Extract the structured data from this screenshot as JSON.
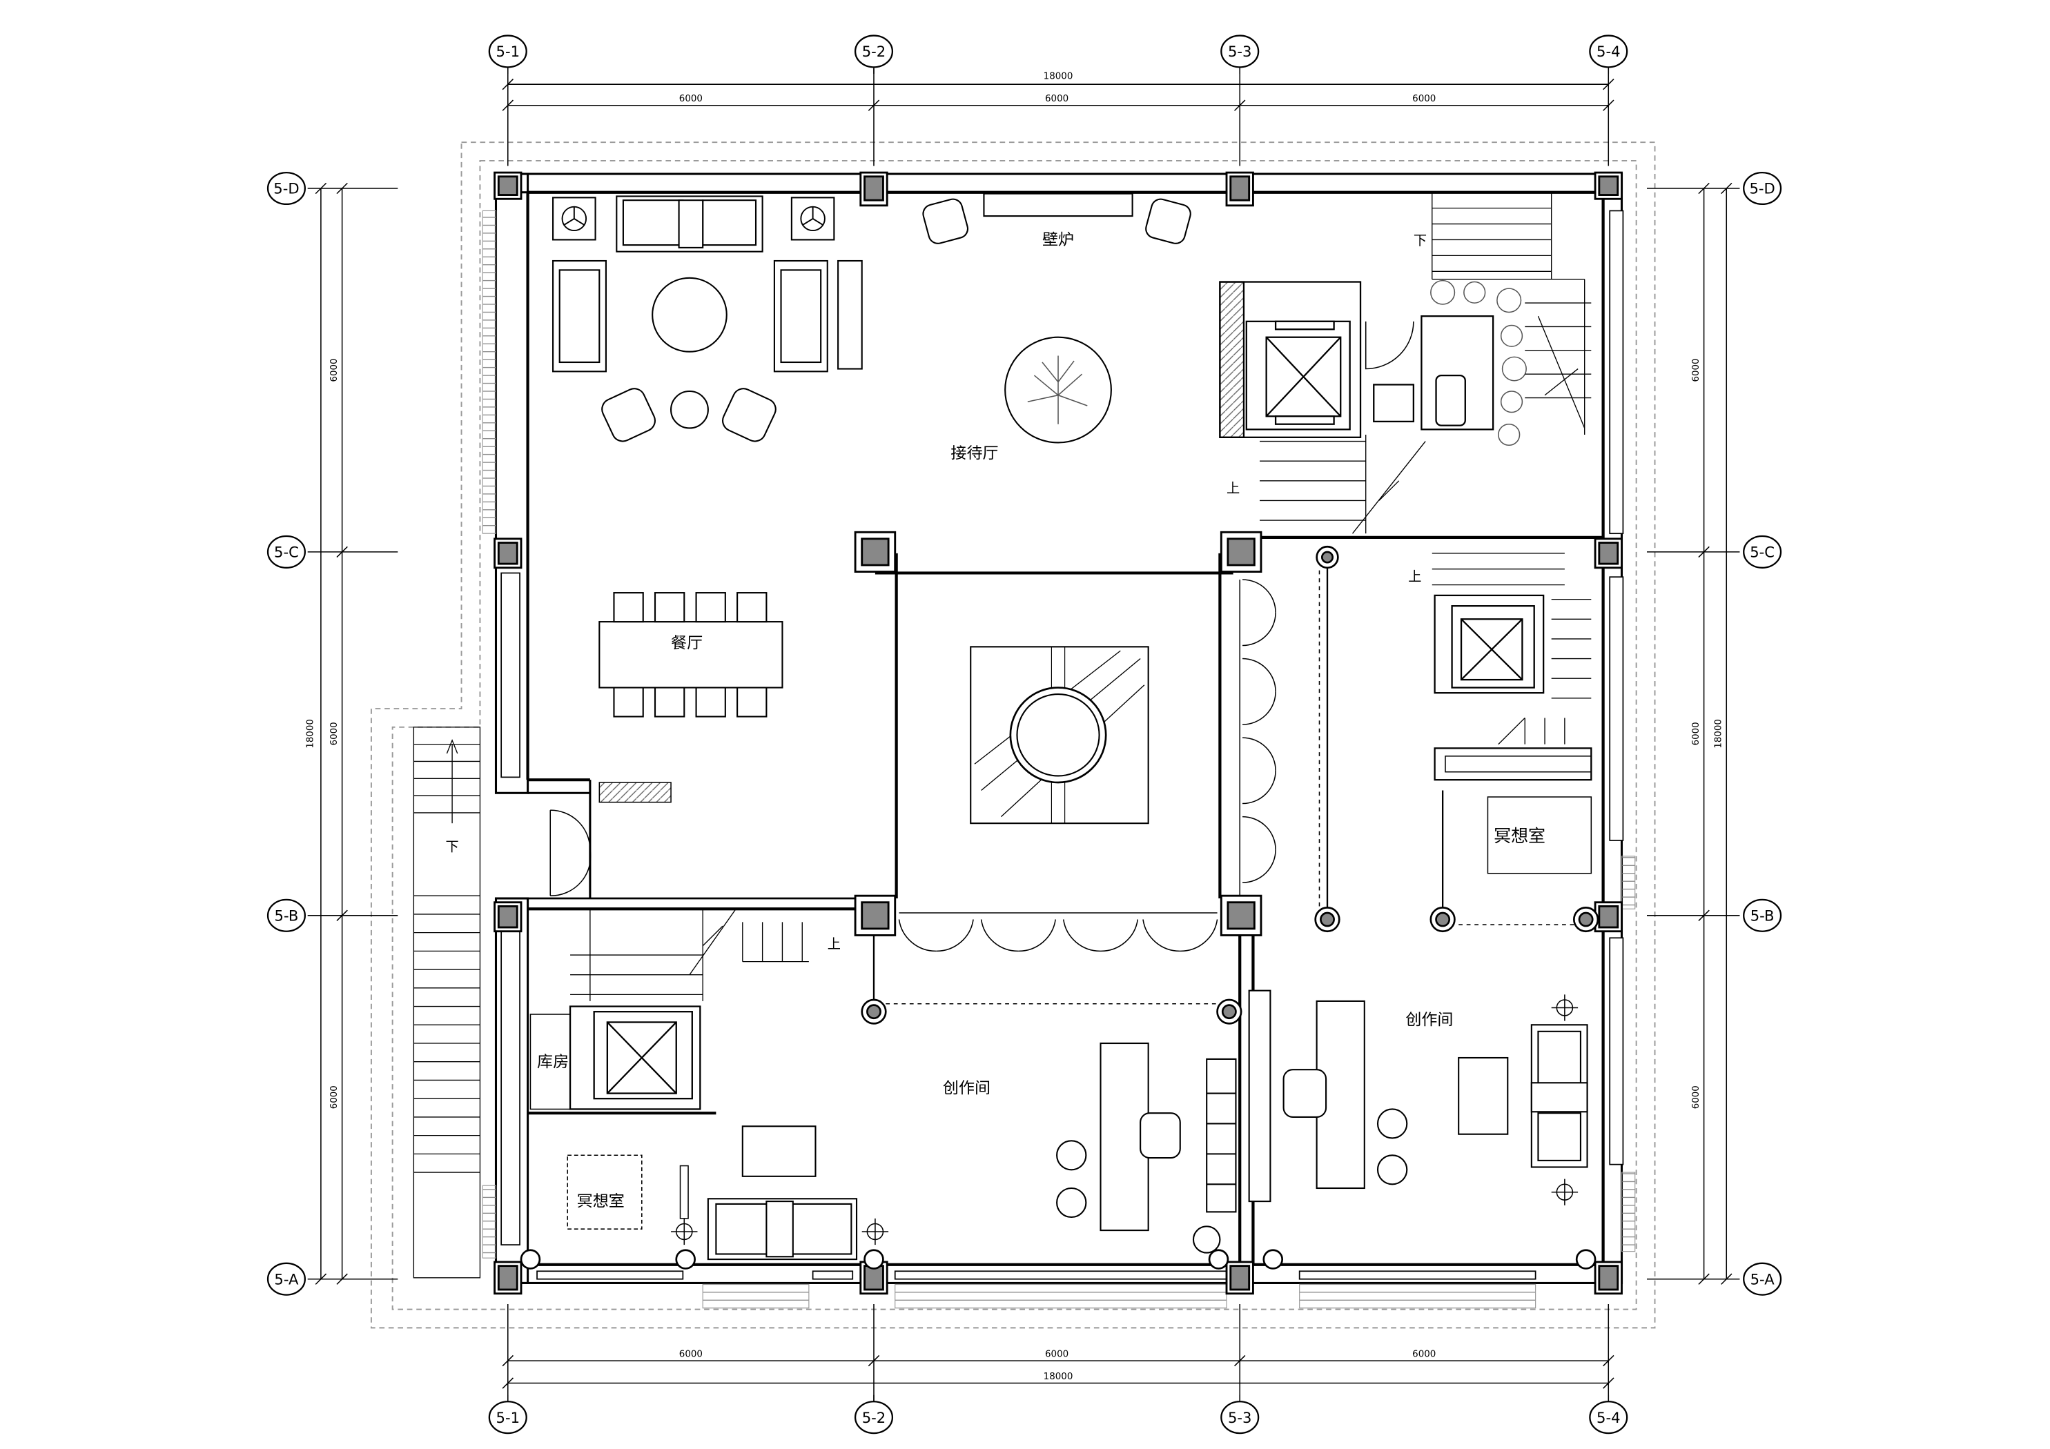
{
  "axes": {
    "columns": [
      "5-1",
      "5-2",
      "5-3",
      "5-4"
    ],
    "rows": [
      "5-D",
      "5-C",
      "5-B",
      "5-A"
    ]
  },
  "dimensions": {
    "total": "18000",
    "spans": [
      "6000",
      "6000",
      "6000"
    ]
  },
  "rooms": {
    "reception": "接待厅",
    "fireplace": "壁炉",
    "dining": "餐厅",
    "studio_left": "创作间",
    "studio_right": "创作间",
    "meditation_left": "冥想室",
    "meditation_right": "冥想室",
    "storage": "库房"
  },
  "stair_labels": {
    "down": "下",
    "up": "上"
  }
}
